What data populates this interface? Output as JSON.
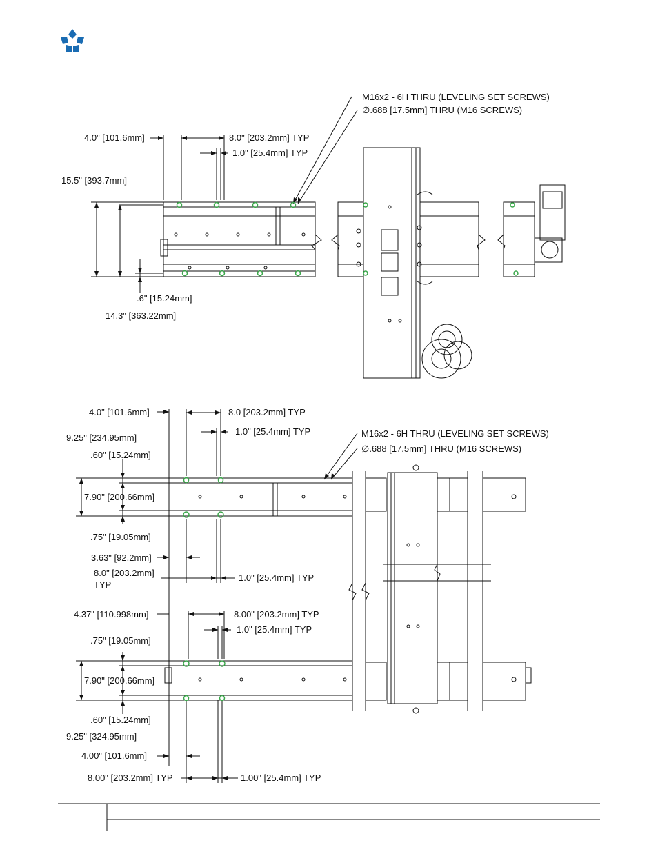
{
  "brand": {
    "logo_icon": "star-pentagon-logo",
    "color": "#1a6cb3"
  },
  "top_view": {
    "note_set_screws": "M16x2 - 6H THRU (LEVELING SET SCREWS)",
    "note_thru": "∅.688 [17.5mm] THRU (M16 SCREWS)",
    "dim_4": "4.0\" [101.6mm]",
    "dim_8": "8.0\" [203.2mm] TYP",
    "dim_1": "1.0\" [25.4mm] TYP",
    "dim_15_5": "15.5\" [393.7mm]",
    "dim_0_6": ".6\" [15.24mm]",
    "dim_14_3": "14.3\" [363.22mm]"
  },
  "bottom_view": {
    "note_set_screws": "M16x2 - 6H THRU (LEVELING SET SCREWS)",
    "note_thru": "∅.688 [17.5mm] THRU (M16 SCREWS)",
    "dim_4": "4.0\" [101.6mm]",
    "dim_8_typ": "8.0 [203.2mm] TYP",
    "dim_1_typ_a": "1.0\" [25.4mm] TYP",
    "dim_9_25_a": "9.25\" [234.95mm]",
    "dim_60_a": ".60\" [15.24mm]",
    "dim_7_90_a": "7.90\" [200.66mm]",
    "dim_75_a": ".75\" [19.05mm]",
    "dim_3_63": "3.63\" [92.2mm]",
    "dim_8_0_b": "8.0\" [203.2mm]",
    "dim_8_0_b_typ": "TYP",
    "dim_1_typ_b": "1.0\" [25.4mm] TYP",
    "dim_4_37": "4.37\" [110.998mm]",
    "dim_8_00_a": "8.00\" [203.2mm] TYP",
    "dim_1_typ_c": "1.0\" [25.4mm] TYP",
    "dim_75_b": ".75\" [19.05mm]",
    "dim_7_90_b": "7.90\" [200.66mm]",
    "dim_60_b": ".60\" [15.24mm]",
    "dim_9_25_b": "9.25\" [324.95mm]",
    "dim_4_00": "4.00\" [101.6mm]",
    "dim_8_00_b": "8.00\" [203.2mm] TYP",
    "dim_1_00": "1.00\" [25.4mm] TYP"
  },
  "colors": {
    "line": "#111111",
    "hole": "#3aa84a",
    "rail": "#222222"
  }
}
